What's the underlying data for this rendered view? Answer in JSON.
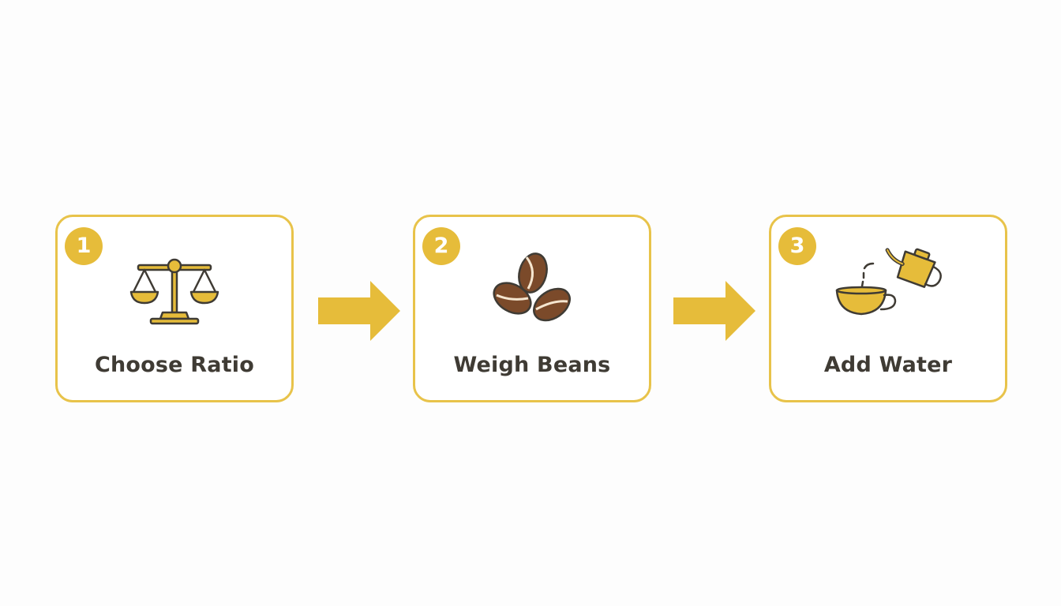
{
  "colors": {
    "accent": "#e6bc3a",
    "border": "#e8c34a",
    "text": "#3f3b34",
    "bean": "#7b4a2a",
    "outline": "#3f3b34"
  },
  "steps": [
    {
      "number": "1",
      "label": "Choose Ratio",
      "icon": "balance-scale-icon"
    },
    {
      "number": "2",
      "label": "Weigh Beans",
      "icon": "coffee-beans-icon"
    },
    {
      "number": "3",
      "label": "Add Water",
      "icon": "kettle-pouring-into-cup-icon"
    }
  ],
  "connectors": [
    "arrow-right-icon",
    "arrow-right-icon"
  ]
}
